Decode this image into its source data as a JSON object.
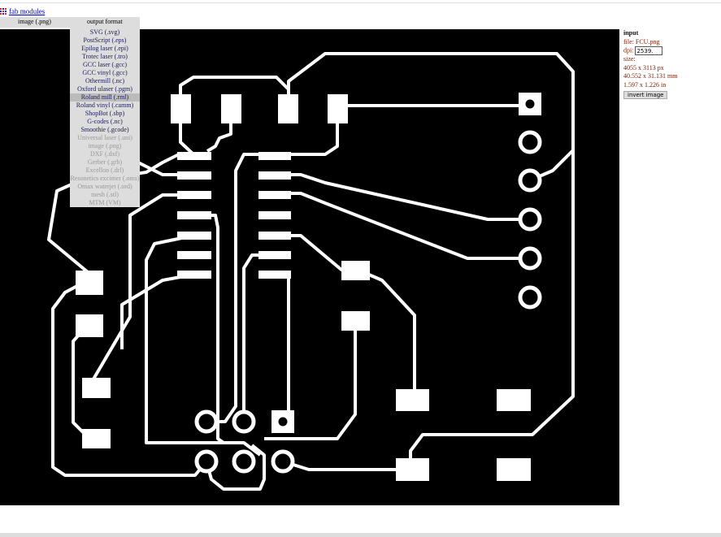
{
  "header": {
    "link": "fab modules"
  },
  "toolbar": {
    "input_format": "image (.png)",
    "output_format": "output format"
  },
  "menu": {
    "items": [
      {
        "label": "SVG (.svg)",
        "state": "enabled"
      },
      {
        "label": "PostScript (.eps)",
        "state": "enabled"
      },
      {
        "label": "Epilog laser (.epi)",
        "state": "enabled"
      },
      {
        "label": "Trotec laser (.tro)",
        "state": "enabled"
      },
      {
        "label": "GCC laser (.gcc)",
        "state": "enabled"
      },
      {
        "label": "GCC vinyl (.gcc)",
        "state": "enabled"
      },
      {
        "label": "Othermill (.nc)",
        "state": "enabled"
      },
      {
        "label": "Oxford ulaser (.pgm)",
        "state": "enabled"
      },
      {
        "label": "Roland mill (.rml)",
        "state": "hovered"
      },
      {
        "label": "Roland vinyl (.camm)",
        "state": "enabled"
      },
      {
        "label": "ShopBot (.sbp)",
        "state": "enabled"
      },
      {
        "label": "G-codes (.nc)",
        "state": "enabled"
      },
      {
        "label": "Smoothie (.gcode)",
        "state": "enabled"
      },
      {
        "label": "Universal laser (.uni)",
        "state": "disabled"
      },
      {
        "label": "image (.png)",
        "state": "disabled"
      },
      {
        "label": "DXF (.dxf)",
        "state": "disabled"
      },
      {
        "label": "Gerber (.grb)",
        "state": "disabled"
      },
      {
        "label": "Excellon (.drl)",
        "state": "disabled"
      },
      {
        "label": "Resonetics excimer (.oms)",
        "state": "disabled"
      },
      {
        "label": "Omax waterjet (.ord)",
        "state": "disabled"
      },
      {
        "label": "mesh (.stl)",
        "state": "disabled"
      },
      {
        "label": "MTM (VM)",
        "state": "disabled"
      }
    ]
  },
  "panel": {
    "title": "input",
    "file_label": "file:",
    "file": "FCU.png",
    "dpi_label": "dpi:",
    "dpi": "2539.",
    "size_label": "size:",
    "px": "4055 x 3113 px",
    "mm": "40.552 x 31.131 mm",
    "in": "1.597 x 1.226 in",
    "invert": "invert image"
  }
}
